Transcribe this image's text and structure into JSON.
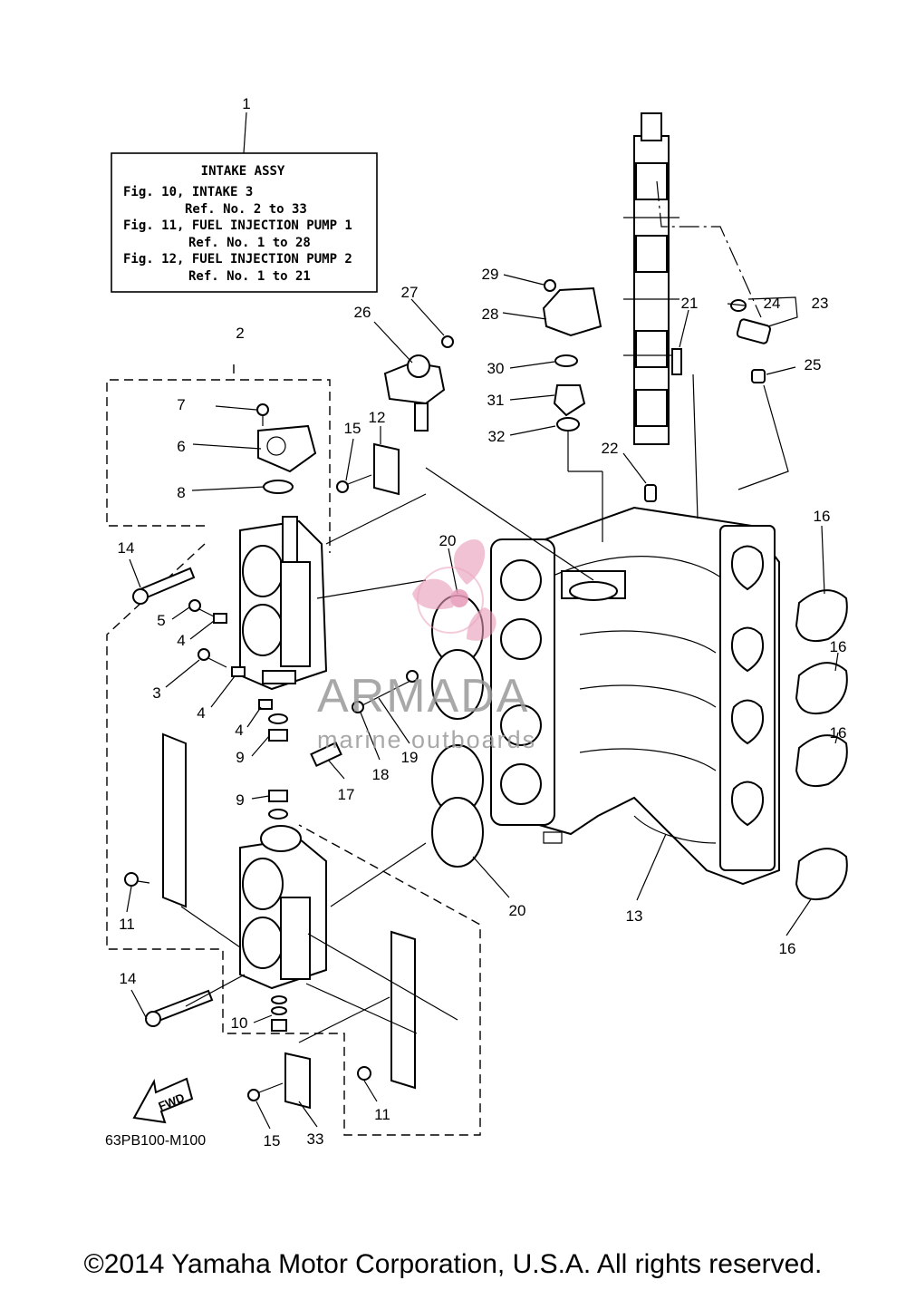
{
  "info_box": {
    "title": "INTAKE ASSY",
    "lines": [
      "Fig. 10, INTAKE 3",
      "Ref. No. 2 to 33",
      "Fig. 11, FUEL INJECTION PUMP 1",
      "Ref. No. 1 to 28",
      "Fig. 12, FUEL INJECTION PUMP 2",
      "Ref. No. 1 to 21"
    ]
  },
  "callouts": [
    {
      "id": "c1",
      "label": "1"
    },
    {
      "id": "c2",
      "label": "2"
    },
    {
      "id": "c3",
      "label": "3"
    },
    {
      "id": "c4a",
      "label": "4"
    },
    {
      "id": "c4b",
      "label": "4"
    },
    {
      "id": "c4c",
      "label": "4"
    },
    {
      "id": "c5",
      "label": "5"
    },
    {
      "id": "c6",
      "label": "6"
    },
    {
      "id": "c7",
      "label": "7"
    },
    {
      "id": "c8",
      "label": "8"
    },
    {
      "id": "c9a",
      "label": "9"
    },
    {
      "id": "c9b",
      "label": "9"
    },
    {
      "id": "c10",
      "label": "10"
    },
    {
      "id": "c11a",
      "label": "11"
    },
    {
      "id": "c11b",
      "label": "11"
    },
    {
      "id": "c12",
      "label": "12"
    },
    {
      "id": "c13",
      "label": "13"
    },
    {
      "id": "c14a",
      "label": "14"
    },
    {
      "id": "c14b",
      "label": "14"
    },
    {
      "id": "c15a",
      "label": "15"
    },
    {
      "id": "c15b",
      "label": "15"
    },
    {
      "id": "c16a",
      "label": "16"
    },
    {
      "id": "c16b",
      "label": "16"
    },
    {
      "id": "c16c",
      "label": "16"
    },
    {
      "id": "c16d",
      "label": "16"
    },
    {
      "id": "c17",
      "label": "17"
    },
    {
      "id": "c18",
      "label": "18"
    },
    {
      "id": "c19",
      "label": "19"
    },
    {
      "id": "c20a",
      "label": "20"
    },
    {
      "id": "c20b",
      "label": "20"
    },
    {
      "id": "c21",
      "label": "21"
    },
    {
      "id": "c22",
      "label": "22"
    },
    {
      "id": "c23",
      "label": "23"
    },
    {
      "id": "c24",
      "label": "24"
    },
    {
      "id": "c25",
      "label": "25"
    },
    {
      "id": "c26",
      "label": "26"
    },
    {
      "id": "c27",
      "label": "27"
    },
    {
      "id": "c28",
      "label": "28"
    },
    {
      "id": "c29",
      "label": "29"
    },
    {
      "id": "c30",
      "label": "30"
    },
    {
      "id": "c31",
      "label": "31"
    },
    {
      "id": "c32",
      "label": "32"
    },
    {
      "id": "c33",
      "label": "33"
    }
  ],
  "fwd_label": "FWD",
  "diagram_code": "63PB100-M100",
  "watermark": {
    "brand": "ARMADA",
    "tagline": "marine outboards",
    "accent_color": "#e89ab8",
    "text_color": "#9a9a9a"
  },
  "copyright": "©2014 Yamaha Motor Corporation, U.S.A. All rights reserved."
}
